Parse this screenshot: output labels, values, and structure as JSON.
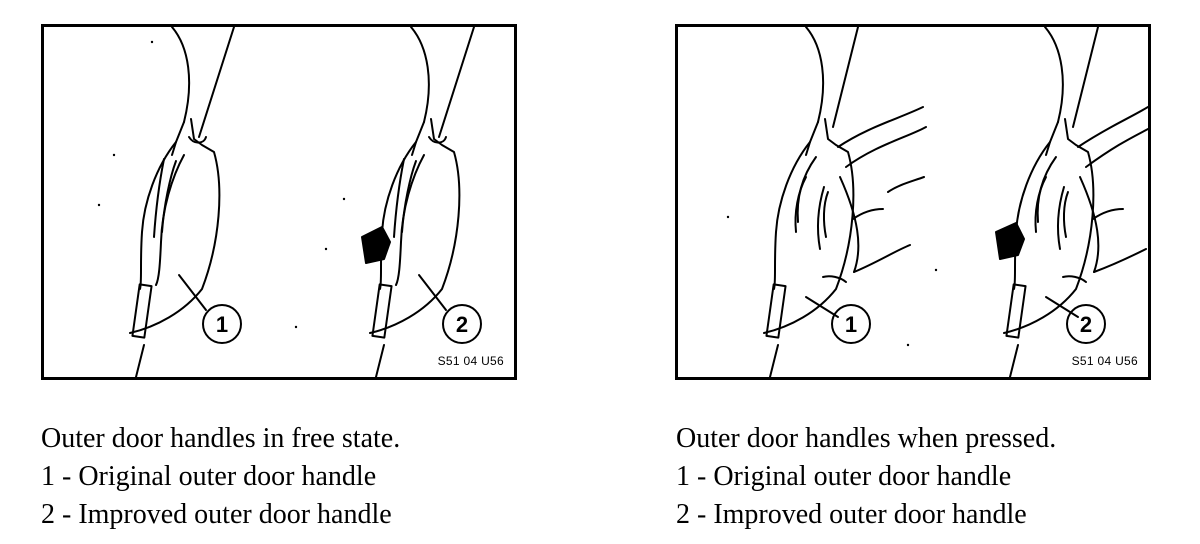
{
  "figures": [
    {
      "id": "free-state",
      "drawing_code": "S51 04 U56",
      "callouts": [
        "1",
        "2"
      ],
      "caption": {
        "title": "Outer door handles in free state.",
        "items": [
          "1 - Original outer door handle",
          "2 - Improved outer door handle"
        ]
      }
    },
    {
      "id": "pressed",
      "drawing_code": "S51 04 U56",
      "callouts": [
        "1",
        "2"
      ],
      "caption": {
        "title": "Outer door handles when pressed.",
        "items": [
          "1 - Original outer door handle",
          "2 - Improved outer door handle"
        ]
      }
    }
  ]
}
